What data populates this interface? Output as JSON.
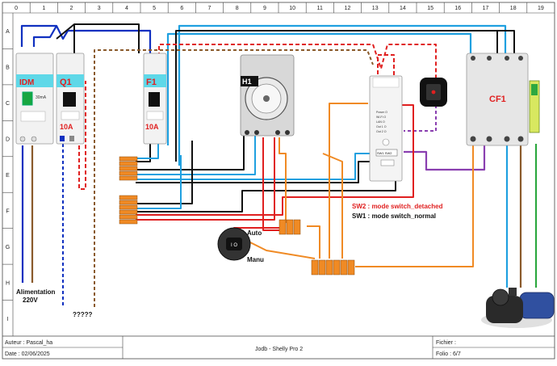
{
  "grid": {
    "columns": [
      "0",
      "1",
      "2",
      "3",
      "4",
      "5",
      "6",
      "7",
      "8",
      "9",
      "10",
      "11",
      "12",
      "13",
      "14",
      "15",
      "16",
      "17",
      "18",
      "19"
    ],
    "rows": [
      "A",
      "B",
      "C",
      "D",
      "E",
      "F",
      "G",
      "H",
      "I"
    ]
  },
  "components": {
    "idm": {
      "label": "IDM",
      "rating": "30mA",
      "code": "IDM"
    },
    "q1": {
      "label": "Q1",
      "rating": "10A"
    },
    "f1": {
      "label": "F1",
      "rating": "10A"
    },
    "h1": {
      "label": "H1"
    },
    "cf1": {
      "label": "CF1"
    },
    "shelly": {
      "switch_label": "SW1 SW2",
      "lines": [
        "Power O",
        "Wi-Fi O",
        "LAN O",
        "Out 1 O",
        "Out 2 O"
      ]
    }
  },
  "labels": {
    "auto": "Auto",
    "manu": "Manu",
    "supply_line1": "Alimentation",
    "supply_line2": "220V",
    "unknown": "?????",
    "sw2": "SW2 : mode switch_detached",
    "sw1": "SW1 : mode  switch_normal"
  },
  "footer": {
    "author": "Auteur : Pascal_ha",
    "date": "Date : 02/06/2025",
    "title": "Jodb - Shelly Pro 2",
    "file": "Fichier :",
    "folio": "Folio : 6/7"
  },
  "colors": {
    "phase": "#e02020",
    "neutral": "#1fa0e0",
    "black": "#111111",
    "brown": "#8a5a2b",
    "orange": "#f08a24",
    "purple": "#8a3fb0",
    "green": "#2da840",
    "blue": "#1030c0",
    "cyan_label": "#5fd8e8",
    "label_red": "#e02020"
  }
}
